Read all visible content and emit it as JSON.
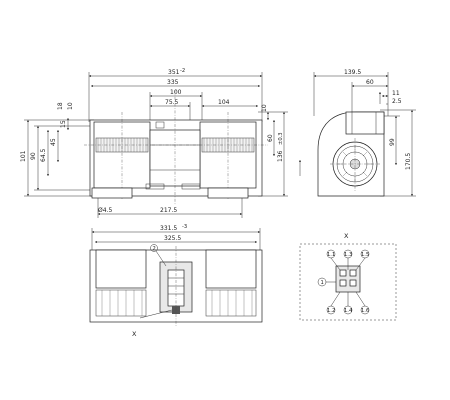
{
  "front_view": {
    "dims": {
      "overall_width": "351",
      "overall_width_tol": "-2",
      "width_335": "335",
      "width_100": "100",
      "width_75_5": "75.5",
      "width_104": "104",
      "left_18": "18",
      "left_10": "10",
      "right_10": "10",
      "height_101": "101",
      "height_90": "90",
      "height_64_5": "64.5",
      "height_45": "45",
      "height_15": "15",
      "height_60": "60",
      "height_136": "136",
      "height_136_tol": "±0.3",
      "hole_dia": "Ø4.5",
      "span_217_5": "217.5"
    }
  },
  "side_view": {
    "dims": {
      "width_139_5": "139.5",
      "width_60": "60",
      "width_11": "11",
      "width_2_5": "2.5",
      "height_99": "99",
      "height_170_5": "170.5"
    }
  },
  "bottom_view": {
    "dims": {
      "width_331_5": "331.5",
      "width_331_5_tol": "-3",
      "width_325_5": "325.5"
    },
    "callout_2": "2",
    "view_marker": "X"
  },
  "connector_detail": {
    "title": "X",
    "pins": {
      "p1_1": "1.1",
      "p1_3": "1.3",
      "p1_5": "1.5",
      "p1": "1",
      "p1_2": "1.2",
      "p1_4": "1.4",
      "p1_6": "1.6"
    }
  }
}
